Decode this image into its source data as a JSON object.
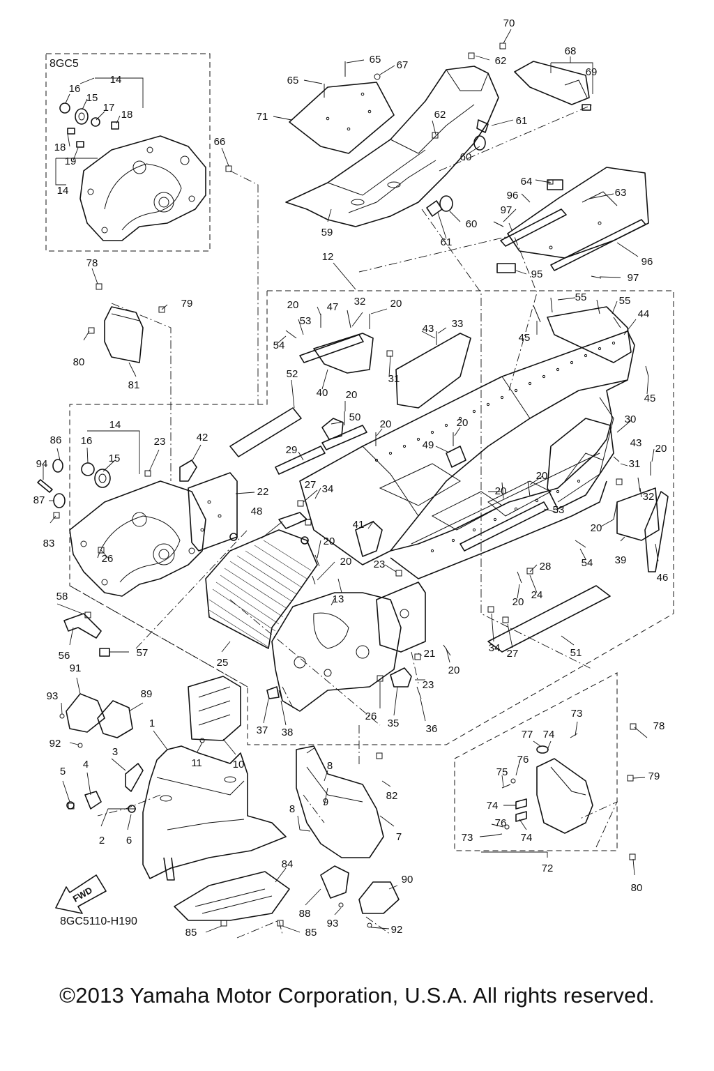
{
  "diagram": {
    "subassembly_label": "8GC5",
    "drawing_number": "8GC5110-H190",
    "fwd_label": "FWD",
    "callouts": [
      "1",
      "2",
      "3",
      "4",
      "5",
      "6",
      "7",
      "8",
      "9",
      "10",
      "11",
      "12",
      "13",
      "14",
      "15",
      "16",
      "17",
      "18",
      "19",
      "20",
      "21",
      "22",
      "23",
      "24",
      "25",
      "26",
      "27",
      "28",
      "29",
      "30",
      "31",
      "32",
      "33",
      "34",
      "35",
      "36",
      "37",
      "38",
      "39",
      "40",
      "41",
      "42",
      "43",
      "44",
      "45",
      "46",
      "47",
      "48",
      "49",
      "50",
      "51",
      "52",
      "53",
      "54",
      "55",
      "56",
      "57",
      "58",
      "59",
      "60",
      "61",
      "62",
      "63",
      "64",
      "65",
      "66",
      "67",
      "68",
      "69",
      "70",
      "71",
      "72",
      "73",
      "74",
      "75",
      "76",
      "77",
      "78",
      "79",
      "80",
      "81",
      "82",
      "83",
      "84",
      "85",
      "86",
      "87",
      "88",
      "89",
      "90",
      "91",
      "92",
      "93",
      "94",
      "95",
      "96",
      "97"
    ],
    "copyright": "©2013 Yamaha Motor Corporation, U.S.A. All rights reserved."
  }
}
